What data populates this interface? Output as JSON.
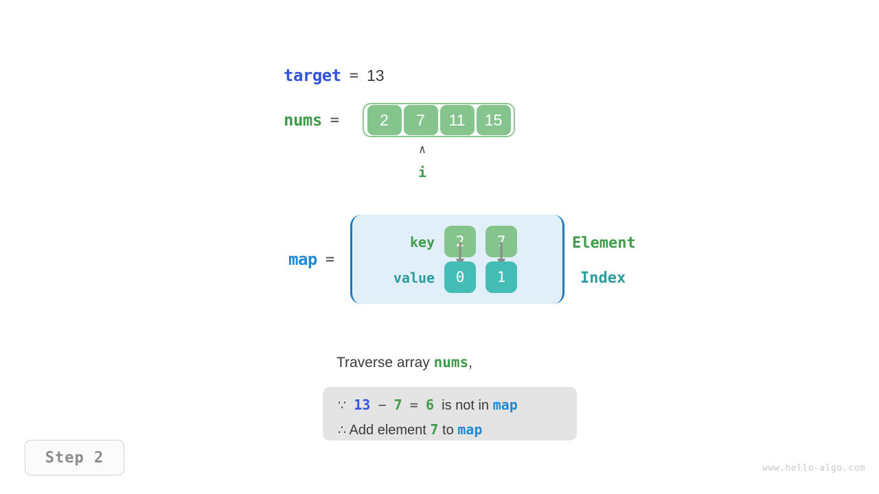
{
  "target": {
    "label": "target",
    "equals": "=",
    "value": "13"
  },
  "nums": {
    "label": "nums",
    "equals": "=",
    "cells": [
      "2",
      "7",
      "11",
      "15"
    ],
    "pointer": {
      "caret": "∧",
      "label": "i",
      "index": 1
    }
  },
  "map": {
    "label": "map",
    "equals": "=",
    "row_labels": {
      "key": "key",
      "value": "value"
    },
    "side_labels": {
      "element": "Element",
      "index": "Index"
    },
    "entries": [
      {
        "key": "2",
        "value": "0"
      },
      {
        "key": "7",
        "value": "1"
      }
    ]
  },
  "explanation": {
    "traverse": {
      "prefix": "Traverse array ",
      "keyword": "nums",
      "suffix": ","
    },
    "reason_line_1": {
      "because_symbol": "∵",
      "target": "13",
      "minus": "−",
      "element": "7",
      "equals": "=",
      "difference": "6",
      "text": "is not in",
      "map_keyword": "map"
    },
    "reason_line_2": {
      "therefore_symbol": "∴",
      "prefix": "Add element",
      "element": "7",
      "middle": "to",
      "map_keyword": "map"
    }
  },
  "step_badge": {
    "text": "Step 2"
  },
  "watermark": {
    "text": "www.hello-algo.com"
  },
  "colors": {
    "target_blue": "#3355dd",
    "nums_green": "#3f9c4a",
    "map_blue": "#1f8ad4",
    "cell_green": "#85c48c",
    "cell_teal": "#45bdb7",
    "map_bg": "#e1eff9",
    "map_border": "#2176bc",
    "index_teal": "#2d9c9c",
    "reason_bg": "#e4e4e4",
    "badge_text": "#8c8c8c"
  }
}
